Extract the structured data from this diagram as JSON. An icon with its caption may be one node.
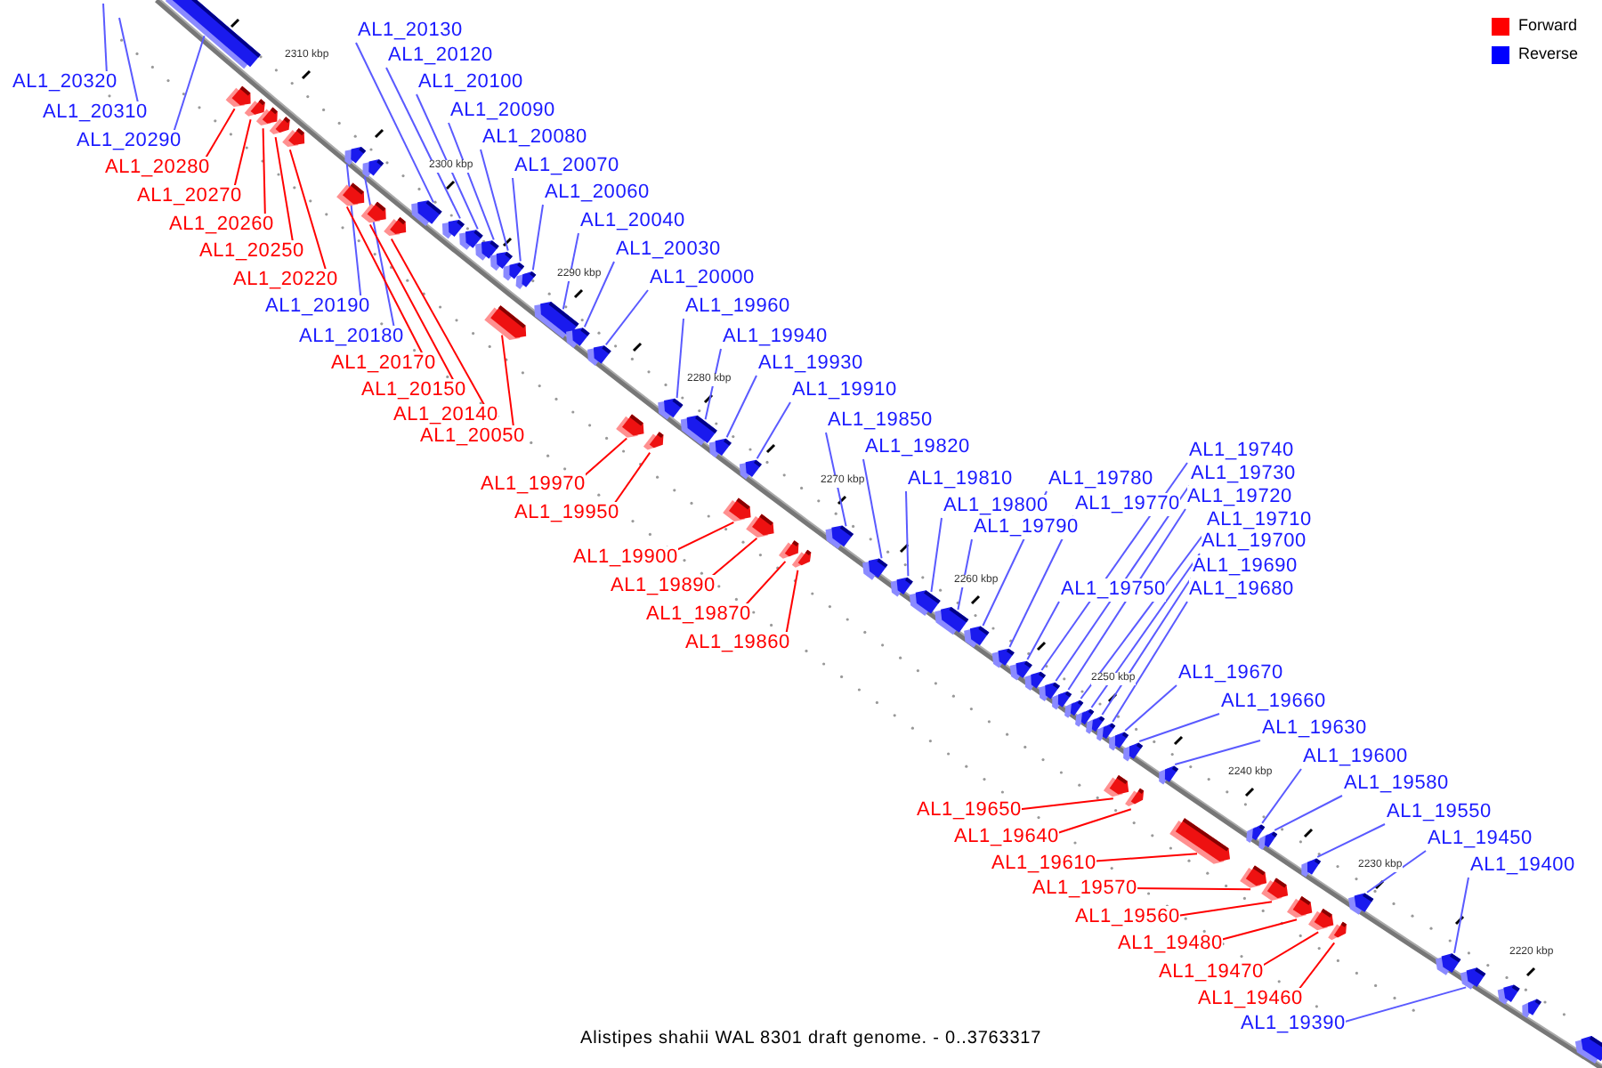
{
  "diagram": {
    "caption": "Alistipes shahii WAL 8301 draft genome. - 0..3763317",
    "nodes": [
      {
        "text": [
          "AL1_20130"
        ]
      },
      {
        "text": [
          "AL1_20120"
        ]
      },
      {
        "text": [
          "AL1_20320"
        ]
      },
      {
        "text": [
          "AL1_20100"
        ]
      },
      {
        "text": [
          "AL1_20090"
        ]
      },
      {
        "text": [
          "AL1_20310"
        ]
      },
      {
        "text": [
          "AL1_20080"
        ]
      },
      {
        "text": [
          "AL1_20290"
        ]
      },
      {
        "text": [
          "AL1_20070"
        ]
      },
      {
        "text": [
          "AL1_20280"
        ]
      },
      {
        "text": [
          "AL1_20060"
        ]
      },
      {
        "text": [
          "AL1_20270"
        ]
      },
      {
        "text": [
          "AL1_20040"
        ]
      },
      {
        "text": [
          "AL1_20260"
        ]
      },
      {
        "text": [
          "AL1_20030"
        ]
      },
      {
        "text": [
          "AL1_20250"
        ]
      },
      {
        "text": [
          "AL1_20000"
        ]
      },
      {
        "text": [
          "AL1_20220"
        ]
      },
      {
        "text": [
          "AL1_20190"
        ]
      },
      {
        "text": [
          "AL1_19960"
        ]
      },
      {
        "text": [
          "AL1_20180"
        ]
      },
      {
        "text": [
          "AL1_19940"
        ]
      },
      {
        "text": [
          "AL1_20170"
        ]
      },
      {
        "text": [
          "AL1_19930"
        ]
      },
      {
        "text": [
          "AL1_20150"
        ]
      },
      {
        "text": [
          "AL1_19910"
        ]
      },
      {
        "text": [
          "AL1_20140"
        ]
      },
      {
        "text": [
          "AL1_19850"
        ]
      },
      {
        "text": [
          "AL1_20050"
        ]
      },
      {
        "text": [
          "AL1_19820"
        ]
      },
      {
        "text": [
          "AL1_19740"
        ]
      },
      {
        "text": [
          "AL1_19730"
        ]
      },
      {
        "text": [
          "AL1_19810"
        ]
      },
      {
        "text": [
          "AL1_19780"
        ]
      },
      {
        "text": [
          "AL1_19970"
        ]
      },
      {
        "text": [
          "AL1_19720"
        ]
      },
      {
        "text": [
          "AL1_19770"
        ]
      },
      {
        "text": [
          "AL1_19800"
        ]
      },
      {
        "text": [
          "AL1_19950"
        ]
      },
      {
        "text": [
          "AL1_19710"
        ]
      },
      {
        "text": [
          "AL1_19790"
        ]
      },
      {
        "text": [
          "AL1_19700"
        ]
      },
      {
        "text": [
          "AL1_19900"
        ]
      },
      {
        "text": [
          "AL1_19690"
        ]
      },
      {
        "text": [
          "AL1_19890"
        ]
      },
      {
        "text": [
          "AL1_19750"
        ]
      },
      {
        "text": [
          "AL1_19680"
        ]
      },
      {
        "text": [
          "AL1_19870"
        ]
      },
      {
        "text": [
          "AL1_19860"
        ]
      },
      {
        "text": [
          "AL1_19670"
        ]
      },
      {
        "text": [
          "AL1_19660"
        ]
      },
      {
        "text": [
          "AL1_19630"
        ]
      },
      {
        "text": [
          "AL1_19600"
        ]
      },
      {
        "text": [
          "AL1_19580"
        ]
      },
      {
        "text": [
          "AL1_19650"
        ]
      },
      {
        "text": [
          "AL1_19550"
        ]
      },
      {
        "text": [
          "AL1_19640"
        ]
      },
      {
        "text": [
          "AL1_19450"
        ]
      },
      {
        "text": [
          "AL1_19610"
        ]
      },
      {
        "text": [
          "AL1_19400"
        ]
      },
      {
        "text": [
          "AL1_19570"
        ]
      },
      {
        "text": [
          "AL1_19560"
        ]
      },
      {
        "text": [
          "AL1_19480"
        ]
      },
      {
        "text": [
          "AL1_19470"
        ]
      },
      {
        "text": [
          "AL1_19460"
        ]
      },
      {
        "text": [
          "AL1_19390"
        ]
      },
      {
        "text": [],
        "shape": "box"
      },
      {
        "text": [],
        "shape": "box"
      },
      {
        "text": [],
        "shape": "box"
      },
      {
        "text": [],
        "shape": "box"
      },
      {
        "text": [],
        "shape": "box"
      },
      {
        "text": [],
        "shape": "box"
      },
      {
        "text": [],
        "shape": "box"
      },
      {
        "text": [],
        "shape": "box"
      },
      {
        "text": [],
        "shape": "box"
      },
      {
        "text": [],
        "shape": "box"
      },
      {
        "text": [],
        "shape": "box"
      },
      {
        "text": [],
        "shape": "box"
      },
      {
        "text": [],
        "shape": "box"
      },
      {
        "text": [],
        "shape": "box"
      },
      {
        "text": [],
        "shape": "box"
      },
      {
        "text": [],
        "shape": "box"
      },
      {
        "text": [],
        "shape": "box"
      },
      {
        "text": [],
        "shape": "box"
      },
      {
        "text": [],
        "shape": "box"
      },
      {
        "text": [],
        "shape": "box"
      },
      {
        "text": [],
        "shape": "box"
      },
      {
        "text": [],
        "shape": "box"
      },
      {
        "text": [],
        "shape": "box"
      },
      {
        "text": [],
        "shape": "box"
      },
      {
        "text": [],
        "shape": "box"
      },
      {
        "text": [],
        "shape": "box"
      },
      {
        "text": [],
        "shape": "box"
      },
      {
        "text": [],
        "shape": "box"
      },
      {
        "text": [],
        "shape": "box"
      },
      {
        "text": [],
        "shape": "box"
      },
      {
        "text": [],
        "shape": "box"
      },
      {
        "text": [],
        "shape": "box"
      },
      {
        "text": [],
        "shape": "box"
      },
      {
        "text": [],
        "shape": "box"
      },
      {
        "text": [],
        "shape": "box"
      },
      {
        "text": [],
        "shape": "box"
      },
      {
        "text": [],
        "shape": "box"
      },
      {
        "text": [],
        "shape": "box"
      },
      {
        "text": [],
        "shape": "box"
      },
      {
        "text": [],
        "shape": "box"
      },
      {
        "text": [],
        "shape": "box"
      },
      {
        "text": [],
        "shape": "box"
      },
      {
        "text": [],
        "shape": "box"
      },
      {
        "text": [],
        "shape": "box"
      },
      {
        "text": [],
        "shape": "box"
      },
      {
        "text": [],
        "shape": "box"
      },
      {
        "text": [],
        "shape": "box"
      },
      {
        "text": [],
        "shape": "box"
      },
      {
        "text": [],
        "shape": "box"
      },
      {
        "text": [],
        "shape": "box"
      },
      {
        "text": [],
        "shape": "box"
      },
      {
        "text": [],
        "shape": "box"
      },
      {
        "text": [],
        "shape": "box"
      },
      {
        "text": [],
        "shape": "box"
      },
      {
        "text": [],
        "shape": "box"
      },
      {
        "text": [],
        "shape": "box"
      },
      {
        "text": [],
        "shape": "box"
      },
      {
        "text": [],
        "shape": "box"
      },
      {
        "text": [],
        "shape": "box"
      },
      {
        "text": [],
        "shape": "box"
      },
      {
        "text": [],
        "shape": "box"
      },
      {
        "text": [],
        "shape": "box"
      },
      {
        "text": [],
        "shape": "box"
      },
      {
        "text": [],
        "shape": "box"
      },
      {
        "text": [],
        "shape": "box"
      }
    ],
    "edges": [
      {
        "from": 0,
        "to": 66,
        "arrow": "none"
      },
      {
        "from": 1,
        "to": 67,
        "arrow": "none"
      },
      {
        "from": 2,
        "to": null,
        "arrow": "none"
      },
      {
        "from": 3,
        "to": 68,
        "arrow": "none"
      },
      {
        "from": 4,
        "to": 69,
        "arrow": "none"
      },
      {
        "from": 5,
        "to": null,
        "arrow": "none"
      },
      {
        "from": 6,
        "to": 70,
        "arrow": "none"
      },
      {
        "from": 7,
        "to": 71,
        "arrow": "none"
      },
      {
        "from": 8,
        "to": 72,
        "arrow": "none"
      },
      {
        "from": 9,
        "to": 73,
        "arrow": "none",
        "color": "#ff0000"
      },
      {
        "from": 10,
        "to": 74,
        "arrow": "none"
      },
      {
        "from": 11,
        "to": 75,
        "arrow": "none",
        "color": "#ff0000"
      },
      {
        "from": 12,
        "to": 76,
        "arrow": "none"
      },
      {
        "from": 13,
        "to": 77,
        "arrow": "none",
        "color": "#ff0000"
      },
      {
        "from": 14,
        "to": 78,
        "arrow": "none"
      },
      {
        "from": 15,
        "to": 79,
        "arrow": "none",
        "color": "#ff0000"
      },
      {
        "from": 16,
        "to": 80,
        "arrow": "none"
      },
      {
        "from": 17,
        "to": 81,
        "arrow": "none",
        "color": "#ff0000"
      },
      {
        "from": 18,
        "to": 82,
        "arrow": "none"
      },
      {
        "from": 19,
        "to": 83,
        "arrow": "none"
      },
      {
        "from": 20,
        "to": 84,
        "arrow": "none"
      },
      {
        "from": 21,
        "to": 85,
        "arrow": "none"
      },
      {
        "from": 22,
        "to": 86,
        "arrow": "none",
        "color": "#ff0000"
      },
      {
        "from": 23,
        "to": 87,
        "arrow": "none"
      },
      {
        "from": 24,
        "to": 88,
        "arrow": "none",
        "color": "#ff0000"
      },
      {
        "from": 25,
        "to": 89,
        "arrow": "none"
      },
      {
        "from": 26,
        "to": 90,
        "arrow": "none",
        "color": "#ff0000"
      },
      {
        "from": 27,
        "to": 91,
        "arrow": "none"
      },
      {
        "from": 28,
        "to": 92,
        "arrow": "none",
        "color": "#ff0000"
      },
      {
        "from": 29,
        "to": 93,
        "arrow": "none"
      },
      {
        "from": 30,
        "to": 94,
        "arrow": "none"
      },
      {
        "from": 31,
        "to": 95,
        "arrow": "none"
      },
      {
        "from": 32,
        "to": 96,
        "arrow": "none"
      },
      {
        "from": 33,
        "to": 97,
        "arrow": "none"
      },
      {
        "from": 34,
        "to": 98,
        "arrow": "none",
        "color": "#ff0000"
      },
      {
        "from": 35,
        "to": 99,
        "arrow": "none"
      },
      {
        "from": 36,
        "to": 100,
        "arrow": "none"
      },
      {
        "from": 37,
        "to": 101,
        "arrow": "none"
      },
      {
        "from": 38,
        "to": 102,
        "arrow": "none",
        "color": "#ff0000"
      },
      {
        "from": 39,
        "to": 103,
        "arrow": "none"
      },
      {
        "from": 40,
        "to": 104,
        "arrow": "none"
      },
      {
        "from": 41,
        "to": 105,
        "arrow": "none"
      },
      {
        "from": 42,
        "to": 106,
        "arrow": "none",
        "color": "#ff0000"
      },
      {
        "from": 43,
        "to": 107,
        "arrow": "none"
      },
      {
        "from": 44,
        "to": 108,
        "arrow": "none",
        "color": "#ff0000"
      },
      {
        "from": 45,
        "to": 109,
        "arrow": "none"
      },
      {
        "from": 46,
        "to": 110,
        "arrow": "none"
      },
      {
        "from": 47,
        "to": 111,
        "arrow": "none",
        "color": "#ff0000"
      },
      {
        "from": 48,
        "to": 112,
        "arrow": "none",
        "color": "#ff0000"
      },
      {
        "from": 49,
        "to": 113,
        "arrow": "none"
      },
      {
        "from": 50,
        "to": 114,
        "arrow": "none"
      },
      {
        "from": 51,
        "to": 115,
        "arrow": "none"
      },
      {
        "from": 52,
        "to": 116,
        "arrow": "none"
      },
      {
        "from": 53,
        "to": 117,
        "arrow": "none"
      },
      {
        "from": 54,
        "to": 118,
        "arrow": "none",
        "color": "#ff0000"
      },
      {
        "from": 55,
        "to": 119,
        "arrow": "none"
      },
      {
        "from": 56,
        "to": 120,
        "arrow": "none",
        "color": "#ff0000"
      },
      {
        "from": 57,
        "to": 121,
        "arrow": "none"
      },
      {
        "from": 58,
        "to": 122,
        "arrow": "none",
        "color": "#ff0000"
      },
      {
        "from": 59,
        "to": 123,
        "arrow": "none"
      },
      {
        "from": 60,
        "to": 124,
        "arrow": "none",
        "color": "#ff0000"
      },
      {
        "from": 61,
        "to": 125,
        "arrow": "none",
        "color": "#ff0000"
      },
      {
        "from": 62,
        "to": 126,
        "arrow": "none",
        "color": "#ff0000"
      },
      {
        "from": 63,
        "to": 127,
        "arrow": "none",
        "color": "#ff0000"
      },
      {
        "from": 64,
        "to": 128,
        "arrow": "none",
        "color": "#ff0000"
      },
      {
        "from": 65,
        "to": 129,
        "arrow": "none"
      }
    ],
    "labels": [
      "2310 kbp",
      "2300 kbp",
      "2290 kbp",
      "2280 kbp",
      "2270 kbp",
      "2260 kbp",
      "2250 kbp",
      "2240 kbp",
      "2230 kbp",
      "2220 kbp"
    ],
    "legend": [
      {
        "text": "Forward",
        "color": "#ff0000"
      },
      {
        "text": "Reverse",
        "color": "#0000ff"
      }
    ]
  }
}
